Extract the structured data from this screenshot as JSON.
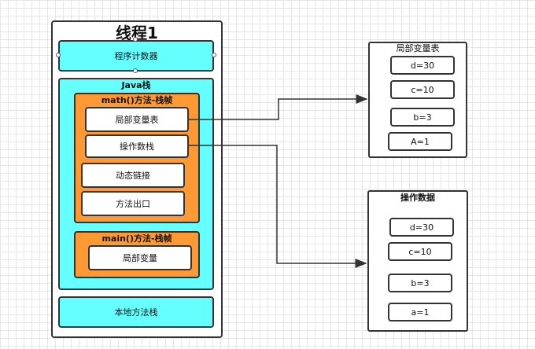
{
  "thread": {
    "title": "线程1",
    "pc_register": "程序计数器",
    "java_stack": {
      "label": "Java栈",
      "math_frame": {
        "label": "math()方法-栈帧",
        "local_vars": "局部变量表",
        "operand_stack": "操作数栈",
        "dynamic_link": "动态链接",
        "method_return": "方法出口"
      },
      "main_frame": {
        "label": "main()方法-栈帧",
        "local_vars": "局部变量"
      }
    },
    "native_stack": "本地方法栈"
  },
  "local_var_table": {
    "title": "局部变量表",
    "entries": [
      "d=30",
      "c=10",
      "b=3",
      "A=1"
    ]
  },
  "operand_data": {
    "title": "操作数据",
    "entries": [
      "d=30",
      "c=10",
      "b=3",
      "a=1"
    ]
  }
}
